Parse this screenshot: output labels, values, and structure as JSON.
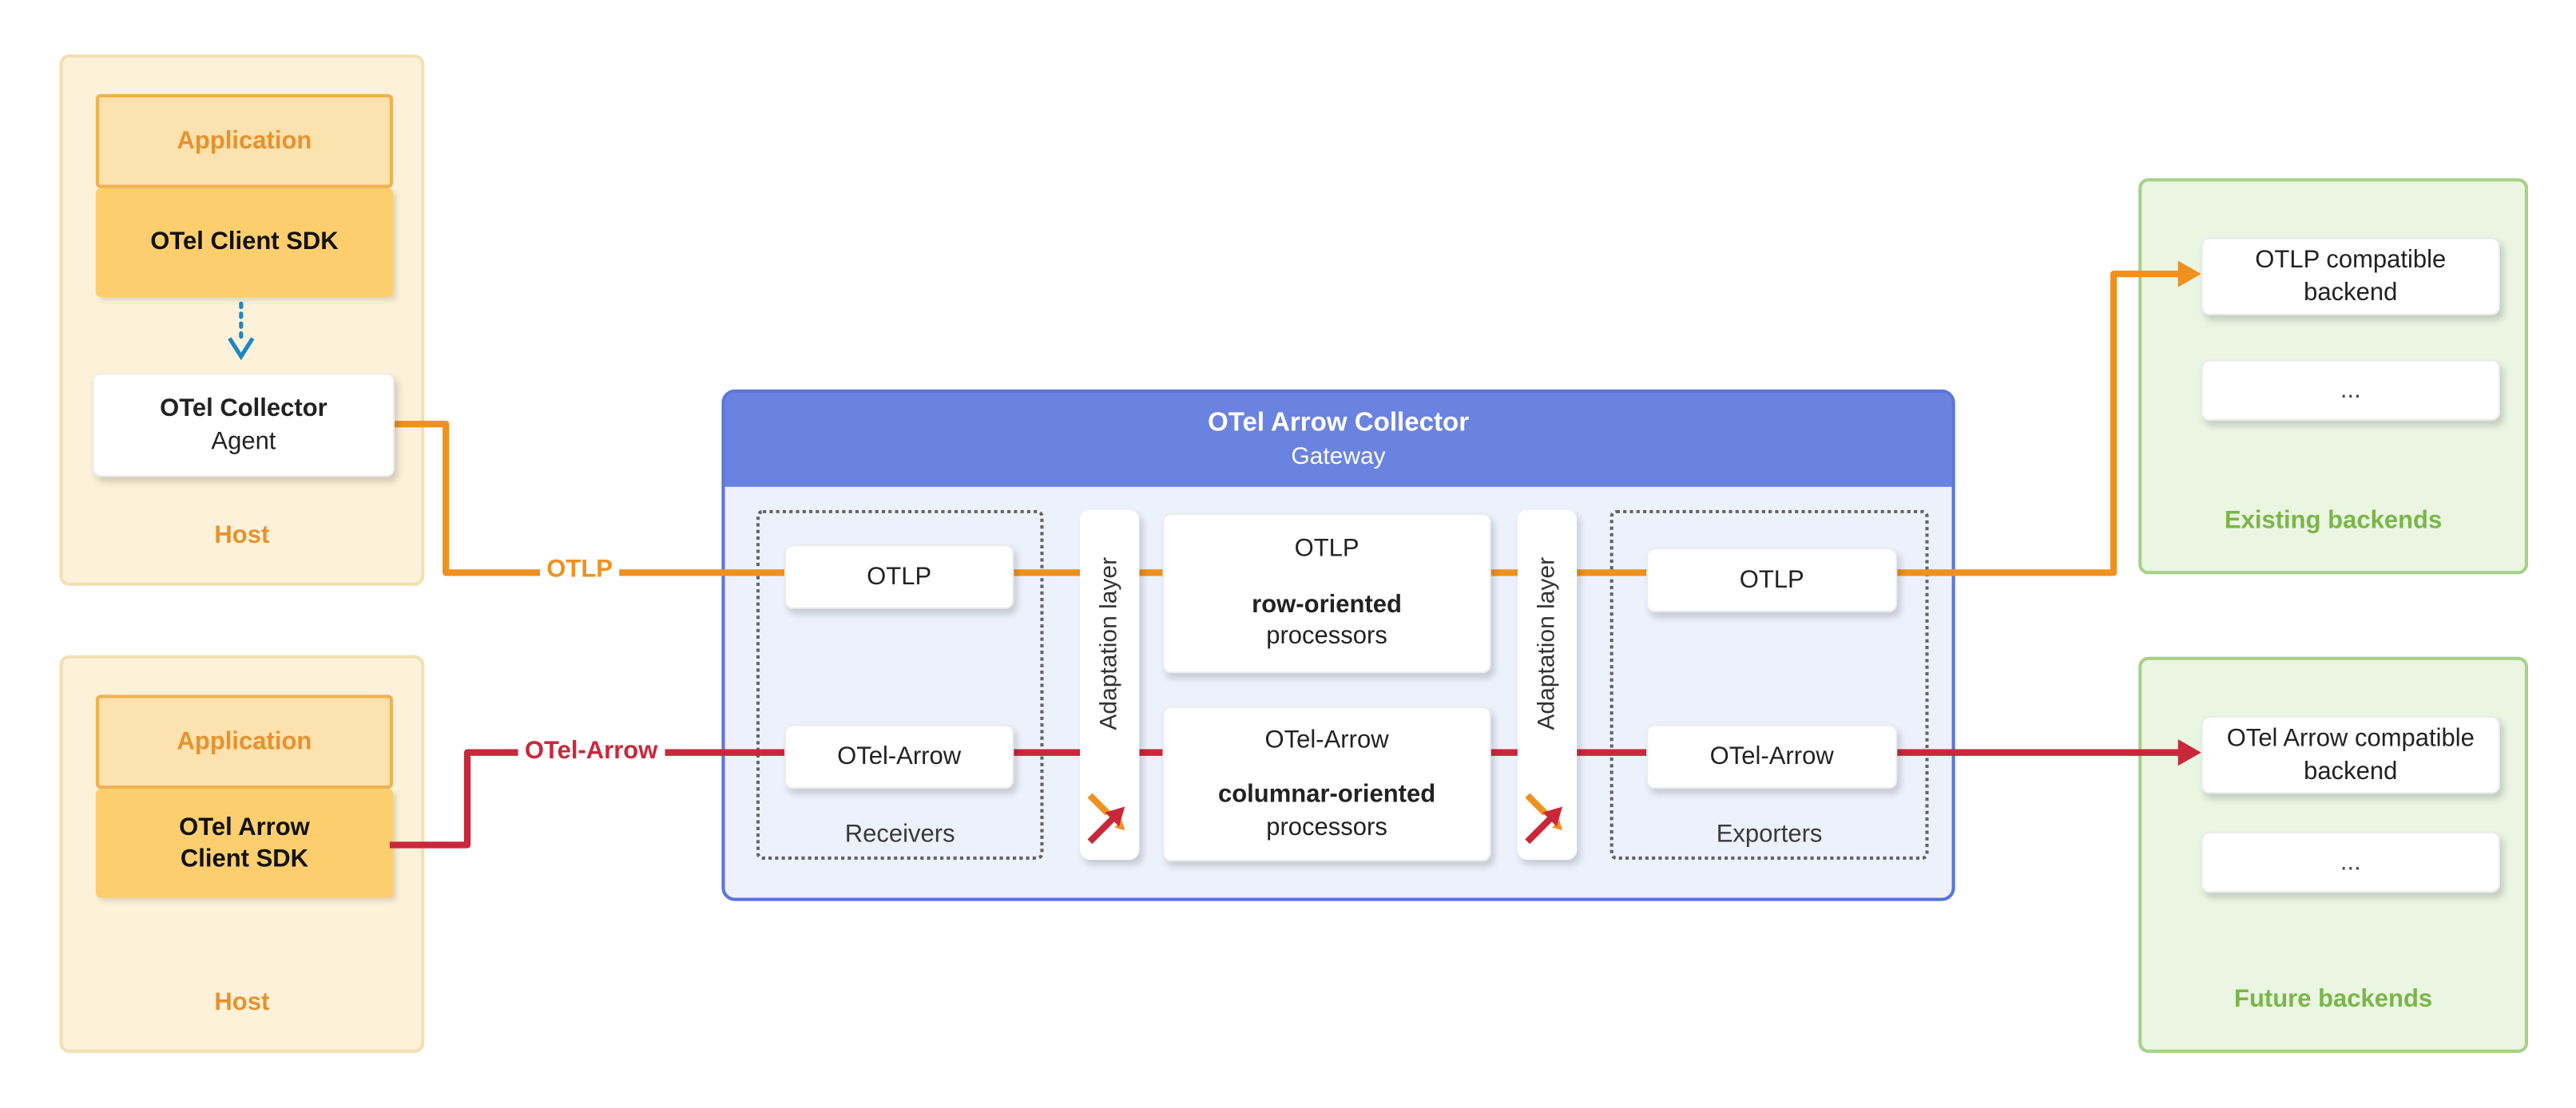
{
  "colors": {
    "orange": "#f0911e",
    "red": "#c9283a",
    "blue": "#1e86c5",
    "header_blue": "#6a82e0",
    "green": "#7ab648",
    "host_orange": "#e8912d"
  },
  "hosts": {
    "top": {
      "application": "Application",
      "sdk": "OTel Client SDK",
      "collector_line1": "OTel Collector",
      "collector_line2": "Agent",
      "label": "Host"
    },
    "bottom": {
      "application": "Application",
      "sdk": "OTel Arrow Client SDK",
      "label": "Host"
    }
  },
  "flows": {
    "otlp": "OTLP",
    "otel_arrow": "OTel-Arrow"
  },
  "gateway": {
    "title": "OTel Arrow Collector",
    "subtitle": "Gateway",
    "receivers": {
      "otlp": "OTLP",
      "otel_arrow": "OTel-Arrow",
      "label": "Receivers"
    },
    "adaptation_left": "Adaptation layer",
    "adaptation_right": "Adaptation layer",
    "processors": {
      "row": {
        "line1": "OTLP",
        "line2": "row-oriented",
        "line3": "processors"
      },
      "columnar": {
        "line1": "OTel-Arrow",
        "line2": "columnar-oriented",
        "line3": "processors"
      }
    },
    "exporters": {
      "otlp": "OTLP",
      "otel_arrow": "OTel-Arrow",
      "label": "Exporters"
    }
  },
  "backends": {
    "existing": {
      "item1_line1": "OTLP compatible",
      "item1_line2": "backend",
      "item2": "...",
      "label": "Existing backends"
    },
    "future": {
      "item1_line1": "OTel Arrow compatible",
      "item1_line2": "backend",
      "item2": "...",
      "label": "Future backends"
    }
  }
}
